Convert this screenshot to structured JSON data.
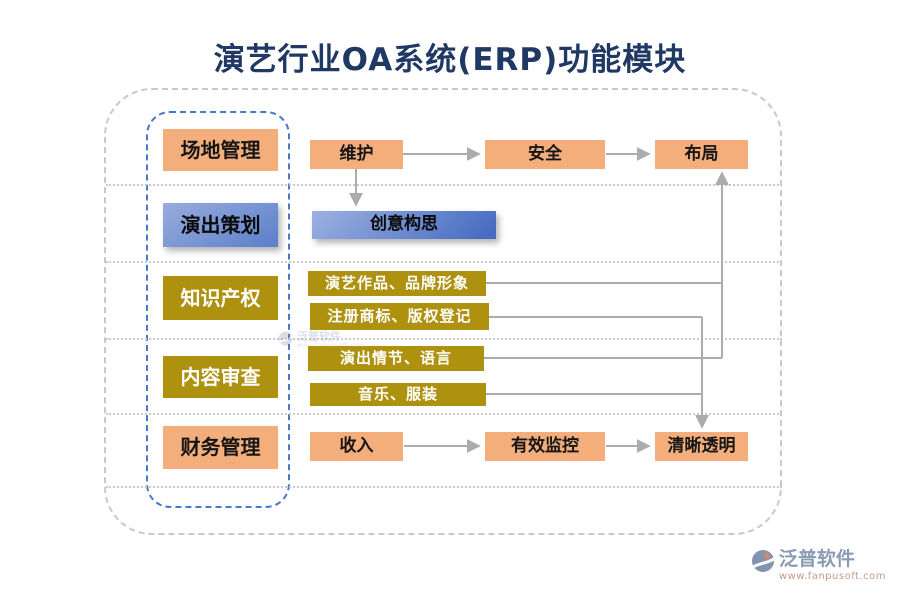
{
  "title": "演艺行业OA系统(ERP)功能模块",
  "modules": {
    "items": [
      {
        "label": "场地管理"
      },
      {
        "label": "演出策划"
      },
      {
        "label": "知识产权"
      },
      {
        "label": "内容审查"
      },
      {
        "label": "财务管理"
      }
    ]
  },
  "venue_flow": {
    "steps": [
      {
        "label": "维护"
      },
      {
        "label": "安全"
      },
      {
        "label": "布局"
      }
    ]
  },
  "planning_flow": {
    "idea": {
      "label": "创意构思"
    }
  },
  "ip_flow": {
    "items": [
      {
        "label": "演艺作品、品牌形象"
      },
      {
        "label": "注册商标、版权登记"
      }
    ]
  },
  "review_flow": {
    "items": [
      {
        "label": "演出情节、语言"
      },
      {
        "label": "音乐、服装"
      }
    ]
  },
  "finance_flow": {
    "steps": [
      {
        "label": "收入"
      },
      {
        "label": "有效监控"
      },
      {
        "label": "清晰透明"
      }
    ]
  },
  "watermark": {
    "brand": "泛普软件",
    "url": "www.fanpusoft.com"
  },
  "logo": {
    "brand": "泛普软件",
    "url": "www.fanpusoft.com"
  },
  "colors": {
    "title_navy": "#1F3864",
    "accent_orange": "#F3AE7C",
    "accent_olive": "#AF9110",
    "accent_blue": "#4472C4",
    "connector_gray": "#ACACAC",
    "frame_gray": "#C9C9C9",
    "frame_blue": "#4878C8",
    "logo_blue": "#8A9BB4",
    "logo_salmon": "#D98E73"
  }
}
